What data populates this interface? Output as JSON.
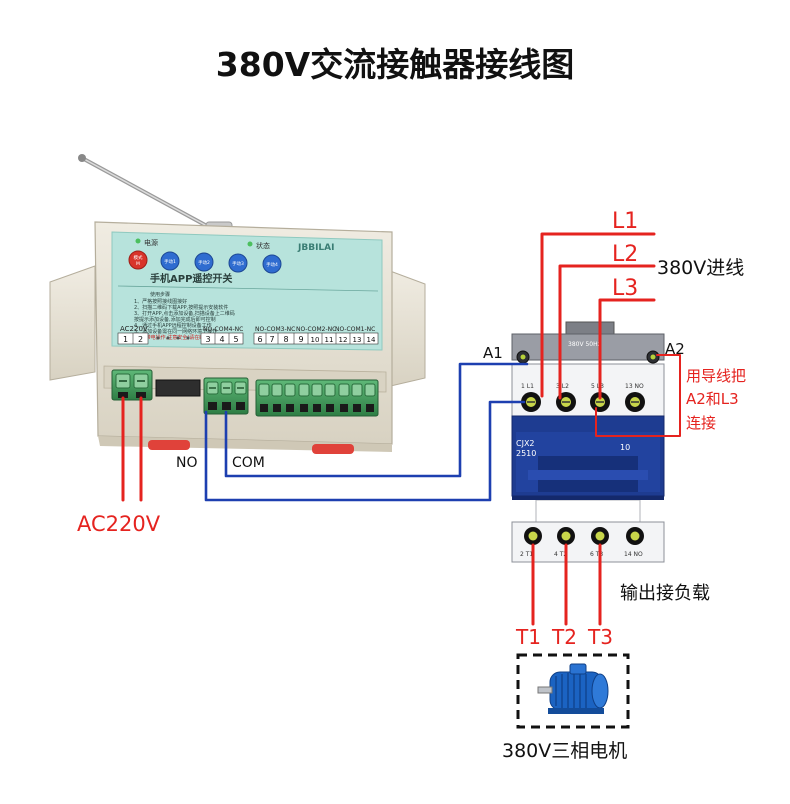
{
  "title": "380V交流接触器接线图",
  "controller": {
    "brand": "JBBILAI",
    "led_power": "电源",
    "led_status": "状态",
    "btn_mode_top": "模式",
    "btn_mode_bottom": "M",
    "btn_1": "手动1",
    "btn_2": "手动2",
    "btn_3": "手动3",
    "btn_4": "手动4",
    "panel_title": "手机APP遥控开关",
    "instructions": [
      "使用步骤",
      "1、严格按照接线图接好",
      "2、扫描二维码下载APP,按照提示安装软件",
      "3、打开APP,点击添加设备,扫描设备上二维码",
      "   按提示添加设备,添加完成后即可控制",
      "4、通过手机APP远程控制设备工作",
      "5、添加设备需在同一网络环境下操作"
    ],
    "warning": "注意:带电操作,注意安全(请在断电情况下接线)",
    "grp_ac": "AC220V",
    "grp_ch4": "NO-COM4-NC",
    "grp_ch3": "NO-COM3-NC",
    "grp_ch2": "NO-COM2-NC",
    "grp_ch1": "NO-COM1-NC",
    "terminal_numbers": [
      "1",
      "2",
      "3",
      "4",
      "5",
      "6",
      "7",
      "8",
      "9",
      "10",
      "11",
      "12",
      "13",
      "14"
    ],
    "label_no": "NO",
    "label_com": "COM"
  },
  "contactor": {
    "model": "CJX2",
    "model_num": "2510",
    "rating_num": "10",
    "rating": "380V 50Hz",
    "top_terminals": [
      "1 L1",
      "3 L2",
      "5 L3",
      "13 NO"
    ],
    "bottom_terminals": [
      "2 T1",
      "4 T2",
      "6 T3",
      "14 NO"
    ]
  },
  "labels": {
    "l1": "L1",
    "l2": "L2",
    "l3": "L3",
    "incoming": "380V进线",
    "a1": "A1",
    "a2": "A2",
    "note_line1": "用导线把",
    "note_line2": "A2和L3",
    "note_line3": "连接",
    "ac220": "AC220V",
    "output": "输出接负载",
    "t1": "T1",
    "t2": "T2",
    "t3": "T3",
    "motor": "380V三相电机"
  },
  "colors": {
    "red": "#e5231f",
    "blue": "#1d3fb0",
    "panel": "#b7e3dc",
    "housing": "#e9e4d6",
    "terminal_green": "#3f9a5a",
    "contactor_blue": "#1e3c91",
    "motor_blue": "#1b63c2"
  }
}
